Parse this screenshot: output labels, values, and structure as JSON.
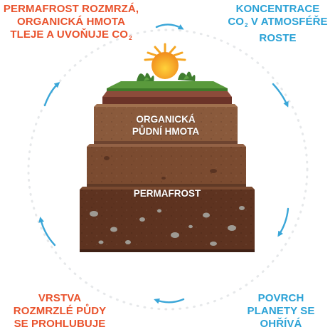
{
  "colors": {
    "accent_orange": "#e9522c",
    "accent_blue": "#2ba2d6",
    "arrow_blue": "#3aa6d8",
    "sun": "#f39a1f",
    "grass": "#4e8f3a",
    "organic_soil": "#8a5a3c",
    "mid_soil": "#7b4b30",
    "permafrost_soil": "#5e3320"
  },
  "captions": {
    "top_left": {
      "lines": [
        "PERMAFROST ROZMRZÁ,",
        "ORGANICKÁ HMOTA"
      ],
      "line3_prefix": "TLEJE A UVOŇUJE CO",
      "line3_sub": "2"
    },
    "top_right": {
      "line1": "KONCENTRACE",
      "line2_prefix": "CO",
      "line2_sub": "2",
      "line2_suffix": " V ATMOSFÉŘE",
      "line3": "ROSTE"
    },
    "bottom_right": {
      "lines": [
        "POVRCH",
        "PLANETY SE",
        "OHŘÍVÁ"
      ]
    },
    "bottom_left": {
      "lines": [
        "VRSTVA",
        "ROZMRZLÉ PŮDY",
        "SE PROHLUBUJE"
      ]
    }
  },
  "layers": {
    "organic": {
      "line1": "ORGANICKÁ",
      "line2": "PŮDNÍ HMOTA"
    },
    "permafrost": {
      "label": "PERMAFROST"
    }
  },
  "icons": {
    "arrows": "circular-arrow-icon",
    "sun": "sun-icon",
    "plants": "plant-icon"
  }
}
